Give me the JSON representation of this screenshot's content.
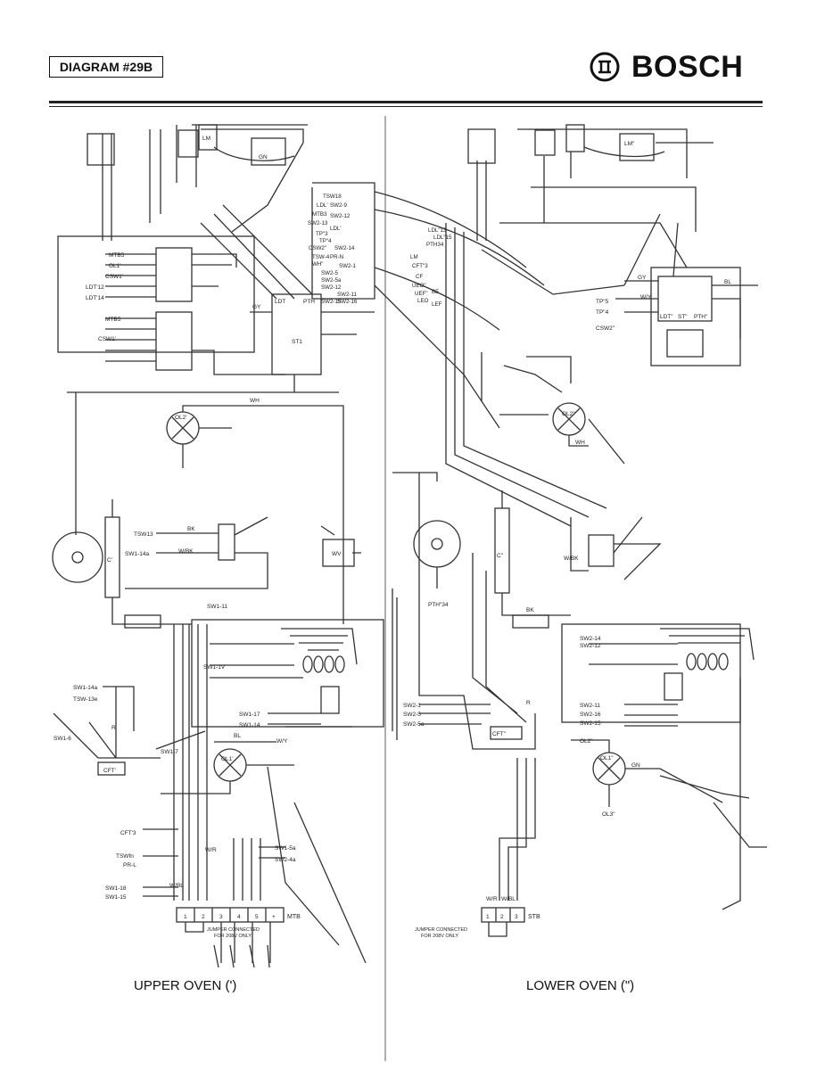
{
  "header": {
    "diagram_label": "DIAGRAM #29B",
    "brand": "BOSCH",
    "brand_icon": "bosch-armature-logo-icon"
  },
  "upper_oven": {
    "caption": "UPPER OVEN (')",
    "terminal_block": "MTB",
    "terminals": [
      "1",
      "2",
      "3",
      "4",
      "5",
      "+"
    ],
    "jumper_note": [
      "JUMPER CONNECTED",
      "FOR 208V ONLY"
    ],
    "tp_block_labels": [
      "MTB5",
      "OL1'",
      "CSW1'",
      "LDT'12",
      "LDT'14",
      "MTB5",
      "CSW1'"
    ],
    "switch_labels": [
      "TSW13",
      "SW1-14a",
      "SW1-11",
      "SW1-1V",
      "SW1-17",
      "SW1-14",
      "SW1-14a",
      "TSW-13e",
      "SW1-6",
      "SW1-7",
      "SW1-18",
      "SW1-15",
      "TSWfn",
      "PR-L",
      "CFT'3",
      "SW1-5a",
      "SW2-4a"
    ],
    "components": [
      "C'",
      "OL1'",
      "OL2'",
      "LM",
      "LDT",
      "PTH",
      "ST1",
      "WV",
      "CFT'"
    ],
    "wire_codes": [
      "GY",
      "WH",
      "BK",
      "BL",
      "W/BK",
      "W/R",
      "W/BL",
      "GN",
      "R",
      "W/Y"
    ]
  },
  "lower_oven": {
    "caption": "LOWER OVEN (\")",
    "terminal_block": "STB",
    "terminals": [
      "1",
      "2",
      "3"
    ],
    "jumper_note": [
      "JUMPER CONNECTED",
      "FOR 208V ONLY"
    ],
    "switch_labels": [
      "TP\"5",
      "TP\"4",
      "CSW2\"",
      "SW2-14",
      "SW2-12",
      "SW2-11",
      "SW2-16",
      "SW2-15",
      "SW2-1",
      "SW2-5",
      "SW2-5a",
      "PTH\"34",
      "OL2\"",
      "OL3\""
    ],
    "components": [
      "C\"",
      "OL1\"",
      "OL2\"",
      "LM\"",
      "LDT\"",
      "PTH\"",
      "ST\"",
      "CFT\""
    ],
    "wire_codes": [
      "GY",
      "WH",
      "BK",
      "BL",
      "W/BK",
      "W/R",
      "W/BL",
      "GN",
      "R",
      "W/Y"
    ]
  },
  "center_bus": {
    "labels": [
      "TSW18",
      "LDL'",
      "SW2-9",
      "MTB3",
      "SW2-13",
      "SW2-12",
      "LDL'",
      "TP\"3",
      "TP\"4",
      "CSW2\"",
      "SW2-14",
      "TSW-4",
      "PR-N",
      "WH\"",
      "SW2-1",
      "SW2-5",
      "SW2-5a",
      "SW2-12",
      "SW2-11",
      "SW2-15",
      "SW2-16"
    ],
    "right_labels": [
      "LDL\"13",
      "LDL\"15",
      "PTH34",
      "LM",
      "CFT\"3",
      "CF",
      "UEO\"",
      "UEF\"",
      "BE",
      "LEO",
      "LEF"
    ]
  },
  "colors": {
    "ink": "#1a1a1a",
    "wire": "#3a3a3a",
    "paper": "#ffffff"
  }
}
